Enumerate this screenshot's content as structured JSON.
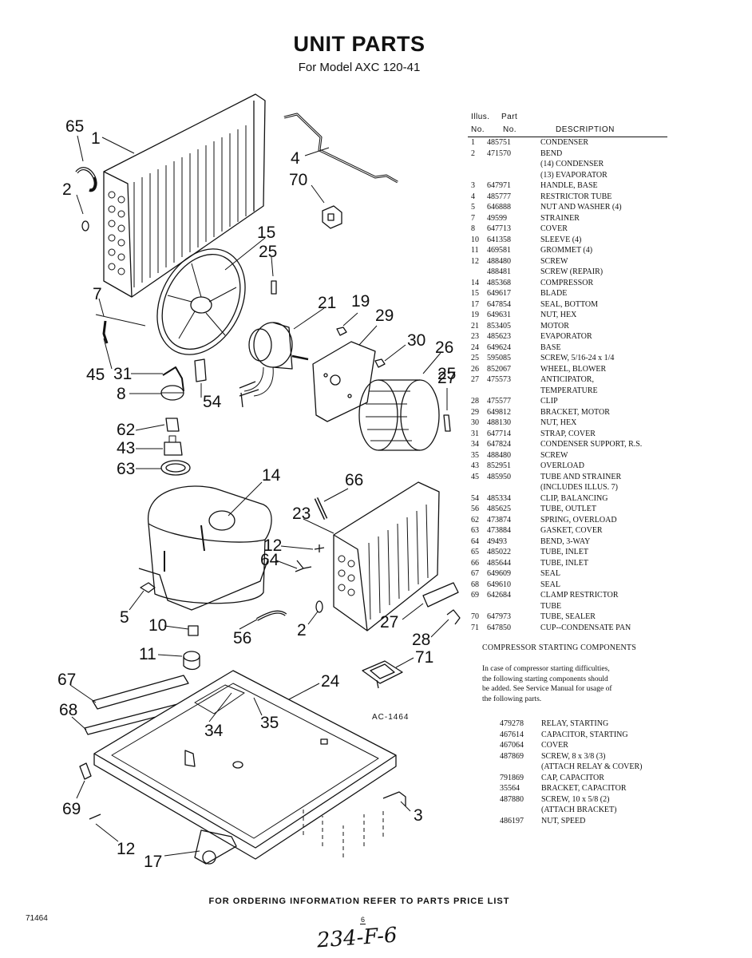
{
  "title": "UNIT PARTS",
  "subtitle": "For Model AXC 120-41",
  "table": {
    "header_illus": "Illus.",
    "header_part": "Part",
    "header_no1": "No.",
    "header_no2": "No.",
    "header_desc": "DESCRIPTION",
    "rows": [
      {
        "no": "1",
        "part": "485751",
        "desc": "CONDENSER"
      },
      {
        "no": "2",
        "part": "471570",
        "desc": "BEND"
      },
      {
        "no": "",
        "part": "",
        "desc": "(14) CONDENSER"
      },
      {
        "no": "",
        "part": "",
        "desc": "(13) EVAPORATOR"
      },
      {
        "no": "3",
        "part": "647971",
        "desc": "HANDLE, BASE"
      },
      {
        "no": "4",
        "part": "485777",
        "desc": "RESTRICTOR TUBE"
      },
      {
        "no": "5",
        "part": "646888",
        "desc": "NUT AND WASHER (4)"
      },
      {
        "no": "7",
        "part": "49599",
        "desc": "STRAINER"
      },
      {
        "no": "8",
        "part": "647713",
        "desc": "COVER"
      },
      {
        "no": "10",
        "part": "641358",
        "desc": "SLEEVE (4)"
      },
      {
        "no": "11",
        "part": "469581",
        "desc": "GROMMET (4)"
      },
      {
        "no": "12",
        "part": "488480",
        "desc": "SCREW"
      },
      {
        "no": "",
        "part": "488481",
        "desc": "SCREW (REPAIR)"
      },
      {
        "no": "14",
        "part": "485368",
        "desc": "COMPRESSOR"
      },
      {
        "no": "15",
        "part": "649617",
        "desc": "BLADE"
      },
      {
        "no": "17",
        "part": "647854",
        "desc": "SEAL, BOTTOM"
      },
      {
        "no": "19",
        "part": "649631",
        "desc": "NUT, HEX"
      },
      {
        "no": "21",
        "part": "853405",
        "desc": "MOTOR"
      },
      {
        "no": "23",
        "part": "485623",
        "desc": "EVAPORATOR"
      },
      {
        "no": "24",
        "part": "649624",
        "desc": "BASE"
      },
      {
        "no": "25",
        "part": "595085",
        "desc": "SCREW, 5/16-24 x 1/4"
      },
      {
        "no": "26",
        "part": "852067",
        "desc": "WHEEL, BLOWER"
      },
      {
        "no": "27",
        "part": "475573",
        "desc": "ANTICIPATOR,"
      },
      {
        "no": "",
        "part": "",
        "desc": "TEMPERATURE"
      },
      {
        "no": "28",
        "part": "475577",
        "desc": "CLIP"
      },
      {
        "no": "29",
        "part": "649812",
        "desc": "BRACKET, MOTOR"
      },
      {
        "no": "30",
        "part": "488130",
        "desc": "NUT, HEX"
      },
      {
        "no": "31",
        "part": "647714",
        "desc": "STRAP, COVER"
      },
      {
        "no": "34",
        "part": "647824",
        "desc": "CONDENSER SUPPORT, R.S."
      },
      {
        "no": "35",
        "part": "488480",
        "desc": "SCREW"
      },
      {
        "no": "43",
        "part": "852951",
        "desc": "OVERLOAD"
      },
      {
        "no": "45",
        "part": "485950",
        "desc": "TUBE AND STRAINER"
      },
      {
        "no": "",
        "part": "",
        "desc": "(INCLUDES ILLUS. 7)"
      },
      {
        "no": "54",
        "part": "485334",
        "desc": "CLIP, BALANCING"
      },
      {
        "no": "56",
        "part": "485625",
        "desc": "TUBE, OUTLET"
      },
      {
        "no": "62",
        "part": "473874",
        "desc": "SPRING, OVERLOAD"
      },
      {
        "no": "63",
        "part": "473884",
        "desc": "GASKET, COVER"
      },
      {
        "no": "64",
        "part": "49493",
        "desc": "BEND, 3-WAY"
      },
      {
        "no": "65",
        "part": "485022",
        "desc": "TUBE, INLET"
      },
      {
        "no": "66",
        "part": "485644",
        "desc": "TUBE, INLET"
      },
      {
        "no": "67",
        "part": "649609",
        "desc": "SEAL"
      },
      {
        "no": "68",
        "part": "649610",
        "desc": "SEAL"
      },
      {
        "no": "69",
        "part": "642684",
        "desc": "CLAMP RESTRICTOR"
      },
      {
        "no": "",
        "part": "",
        "desc": "TUBE"
      },
      {
        "no": "70",
        "part": "647973",
        "desc": "TUBE, SEALER"
      },
      {
        "no": "71",
        "part": "647850",
        "desc": "CUP--CONDENSATE PAN"
      }
    ]
  },
  "compressor_section": {
    "title": "COMPRESSOR STARTING COMPONENTS",
    "note_lines": [
      "In case of compressor starting difficulties,",
      "the following starting components should",
      "be added. See Service Manual for usage of",
      "the following parts."
    ],
    "rows": [
      {
        "part": "479278",
        "desc": "RELAY, STARTING"
      },
      {
        "part": "467614",
        "desc": "CAPACITOR, STARTING"
      },
      {
        "part": "467064",
        "desc": "COVER"
      },
      {
        "part": "487869",
        "desc": "SCREW, 8 x 3/8 (3)"
      },
      {
        "part": "",
        "desc": "(ATTACH RELAY & COVER)"
      },
      {
        "part": "791869",
        "desc": "CAP, CAPACITOR"
      },
      {
        "part": "35564",
        "desc": "BRACKET, CAPACITOR"
      },
      {
        "part": "487880",
        "desc": "SCREW, 10 x 5/8 (2)"
      },
      {
        "part": "",
        "desc": "(ATTACH BRACKET)"
      },
      {
        "part": "486197",
        "desc": "NUT, SPEED"
      }
    ]
  },
  "diagram": {
    "drawing_code": "AC-1464",
    "callouts": [
      "65",
      "1",
      "2",
      "4",
      "70",
      "15",
      "25",
      "7",
      "21",
      "19",
      "29",
      "30",
      "26",
      "45",
      "31",
      "8",
      "54",
      "27",
      "25",
      "62",
      "43",
      "63",
      "14",
      "66",
      "23",
      "12",
      "64",
      "5",
      "10",
      "56",
      "2",
      "27",
      "28",
      "71",
      "11",
      "67",
      "24",
      "68",
      "34",
      "35",
      "69",
      "3",
      "12",
      "17"
    ]
  },
  "footer": {
    "ordering": "FOR ORDERING INFORMATION REFER TO PARTS PRICE LIST",
    "doc_no": "71464",
    "page": "6",
    "handwritten": "234-F-6"
  }
}
